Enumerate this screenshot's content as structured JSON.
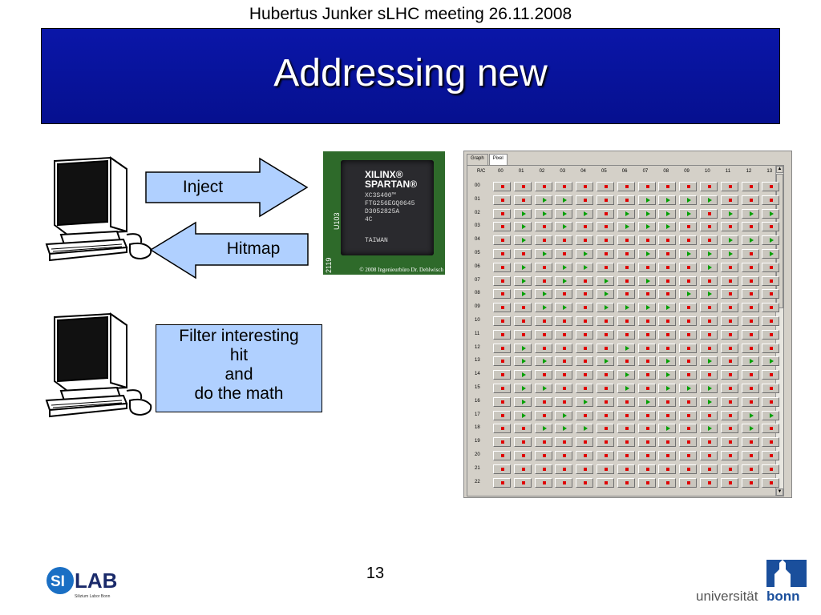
{
  "header": {
    "text": "Hubertus Junker sLHC meeting 26.11.2008"
  },
  "title": {
    "text": "Addressing new"
  },
  "arrows": {
    "inject": "Inject",
    "hitmap": "Hitmap"
  },
  "filter_box": {
    "lines": [
      "Filter interesting",
      "hit",
      "and",
      "do the math"
    ]
  },
  "chip": {
    "logo_line1": "XILINX®",
    "logo_line2": "SPARTAN®",
    "part_lines": [
      "XC3S400™",
      "FTG256EGQ0645",
      "D3052825A",
      "4C"
    ],
    "country": "TAIWAN",
    "side_label": "U103",
    "side_label2": "2119",
    "copyright": "© 2008 Ingenieurbüro Dr. Dehlwisch"
  },
  "pixel_panel": {
    "tabs": [
      "Graph",
      "Pixel"
    ],
    "corner_label": "R/C",
    "columns": [
      "00",
      "01",
      "02",
      "03",
      "04",
      "05",
      "06",
      "07",
      "08",
      "09",
      "10",
      "11",
      "12",
      "13"
    ],
    "rows": [
      "00",
      "01",
      "02",
      "03",
      "04",
      "05",
      "06",
      "07",
      "08",
      "09",
      "10",
      "11",
      "12",
      "13",
      "14",
      "15",
      "16",
      "17",
      "18",
      "19",
      "20",
      "21",
      "22"
    ],
    "cells": [
      "RRRRRRRRRRRRRR",
      "RRGGRRRGGGGRRR",
      "RGGGGRGGGGRGGG",
      "RGRGRRGGGRRRRR",
      "RGRRRRRRRRRGGG",
      "RRGRGRRGRGGGRG",
      "RGRGGRRRRRGRRR",
      "RGRGRGRGRRRRRR",
      "RGGRRGRRRGGRRR",
      "RRGGRGGGGRRRRR",
      "RRRRRRRRRRRRRR",
      "RRRRRRRRRRRRRR",
      "RGRRRRGRRRRRRR",
      "RGGRRGRRGRGRGG",
      "RGRRRRGRGRRRRR",
      "RGGRRRGRGGGRRR",
      "RGRRGRRGRRGRRR",
      "RGRGRRRRRRRRGG",
      "RRGGGRRRGRGRGR",
      "RRRRRRRRRRRRRR",
      "RRRRRRRRRRRRRR",
      "RRRRRRRRRRRRRR",
      "RRRRRRRRRRRRRR"
    ]
  },
  "page_number": "13",
  "logos": {
    "silab": {
      "main": "LAB",
      "badge": "SI",
      "sub": "Silizium Labor Bonn"
    },
    "bonn": {
      "prefix": "universität",
      "suffix": "bonn"
    }
  },
  "colors": {
    "title_bar": "#0a16a8",
    "box_fill": "#b0d0ff",
    "pixel_off": "#e00000",
    "pixel_on": "#00a000"
  }
}
